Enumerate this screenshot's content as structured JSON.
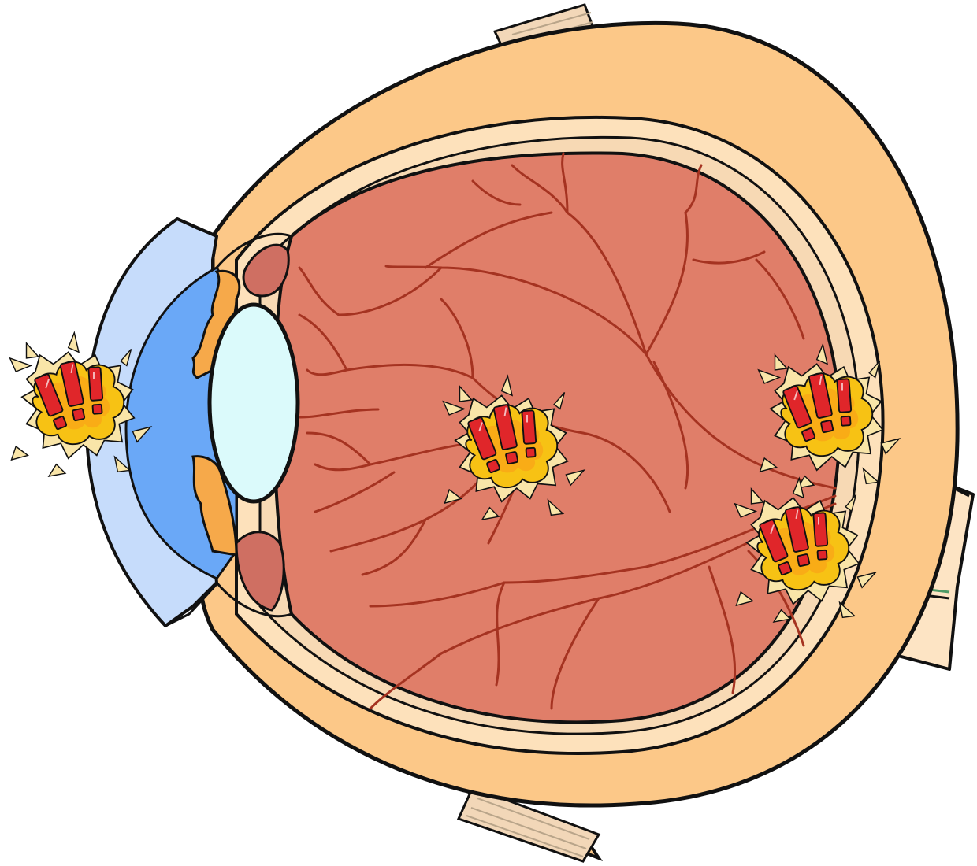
{
  "diagram": {
    "subject": "eye-cross-section",
    "colors": {
      "outline": "#111111",
      "sclera": "#fcc888",
      "sclera_inner": "#fde1bb",
      "choroid": "#f7d9b4",
      "retina": "#e07e69",
      "vessel": "#a53321",
      "cornea": "#c6dcfb",
      "aqueous": "#6aa8f7",
      "iris": "#f6a94a",
      "ciliary": "#cf6f62",
      "lens": "#dbfafb",
      "muscle": "#f2d7b8",
      "nerve": "#fde4c4",
      "alert_red": "#e0262a",
      "alert_burst": "#f7c214",
      "alert_spark": "#f9e5a8"
    },
    "markers": [
      {
        "name": "alert-burst-cornea",
        "icon": "exclamation-burst-icon"
      },
      {
        "name": "alert-burst-retina-center",
        "icon": "exclamation-burst-icon"
      },
      {
        "name": "alert-burst-retina-right",
        "icon": "exclamation-burst-icon"
      },
      {
        "name": "alert-burst-optic-disc",
        "icon": "exclamation-burst-icon"
      }
    ]
  }
}
